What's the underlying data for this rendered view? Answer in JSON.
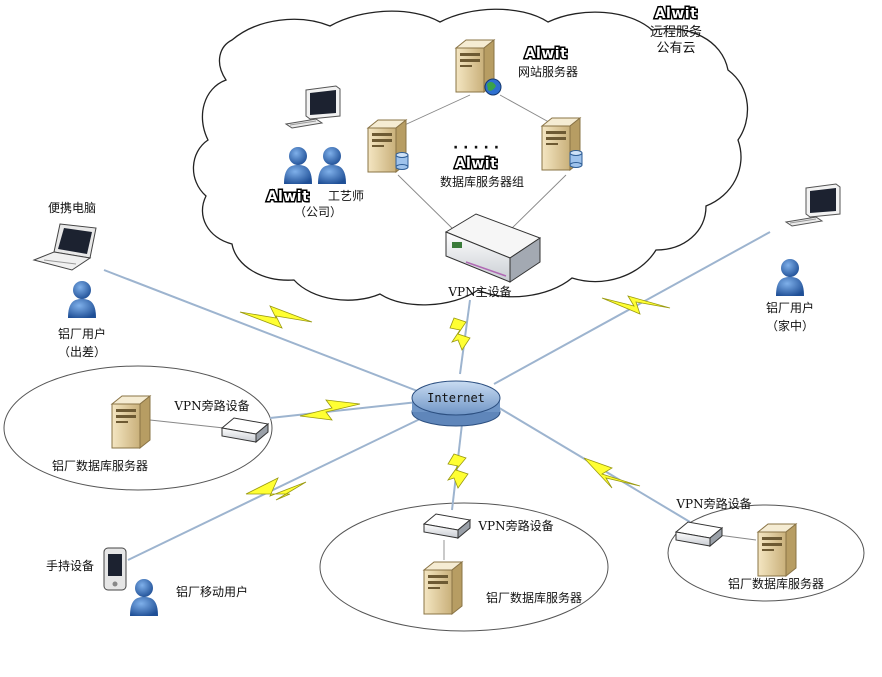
{
  "cloud": {
    "brand": "Alwit",
    "line1": "远程服务",
    "line2": "公有云",
    "web_server": {
      "brand": "Alwit",
      "label": "网站服务器"
    },
    "db_group": {
      "brand": "Alwit",
      "label": "数据库服务器组",
      "dots": "· · · · ·"
    },
    "engineer": {
      "brand": "Alwit",
      "label": "工艺师",
      "sub": "（公司）"
    },
    "vpn_main": {
      "label": "VPN主设备"
    }
  },
  "internet": {
    "label": "Internet"
  },
  "laptop_user": {
    "device": "便携电脑",
    "label": "铝厂用户",
    "sub": "（出差）"
  },
  "home_user": {
    "label": "铝厂用户",
    "sub": "（家中）"
  },
  "site_left": {
    "vpn": "VPN旁路设备",
    "db": "铝厂数据库服务器"
  },
  "site_bottom": {
    "vpn": "VPN旁路设备",
    "db": "铝厂数据库服务器"
  },
  "site_right": {
    "vpn": "VPN旁路设备",
    "db": "铝厂数据库服务器"
  },
  "mobile_user": {
    "device": "手持设备",
    "label": "铝厂移动用户"
  },
  "colors": {
    "lightning": "#ffff33",
    "link": "#8aa8c8",
    "server": "#e8d5a6",
    "user": "#3b6fb6",
    "router": "#8fb0d8"
  }
}
